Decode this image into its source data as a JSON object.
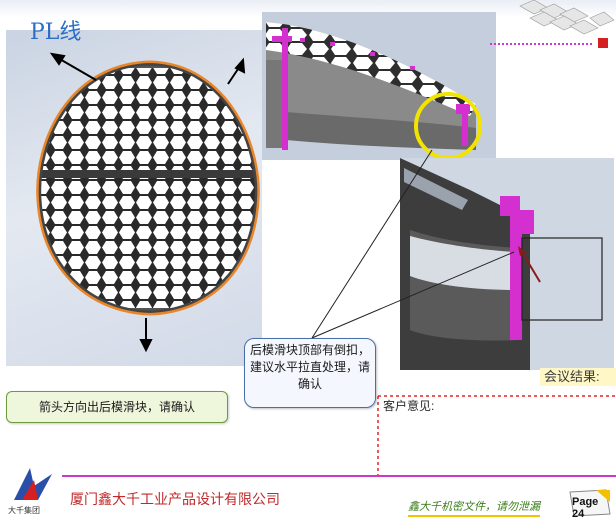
{
  "slide": {
    "title": "PL线",
    "callout_text": "后模滑块顶部有倒扣，建议水平拉直处理，请确认",
    "note_text": "箭头方向出后模滑块，请确认",
    "meeting_label": "会议结果:",
    "customer_label": "客户意见:"
  },
  "footer": {
    "company": "厦门鑫大千工业产品设计有限公司",
    "confidential": "鑫大千机密文件，请勿泄漏",
    "page_label": "Page 24",
    "logo_text": "大千集团"
  },
  "colors": {
    "accent_blue": "#2b6ec8",
    "parting_line_orange": "#e8862a",
    "slider_magenta": "#d430d0",
    "highlight_yellow": "#f2e400",
    "divider_red": "#e0262a",
    "footer_magenta": "#c83ac8"
  },
  "icons": [
    "arrow-icon",
    "highlight-circle-icon",
    "logo-icon",
    "page-badge-icon",
    "wireframe-decoration-icon"
  ]
}
